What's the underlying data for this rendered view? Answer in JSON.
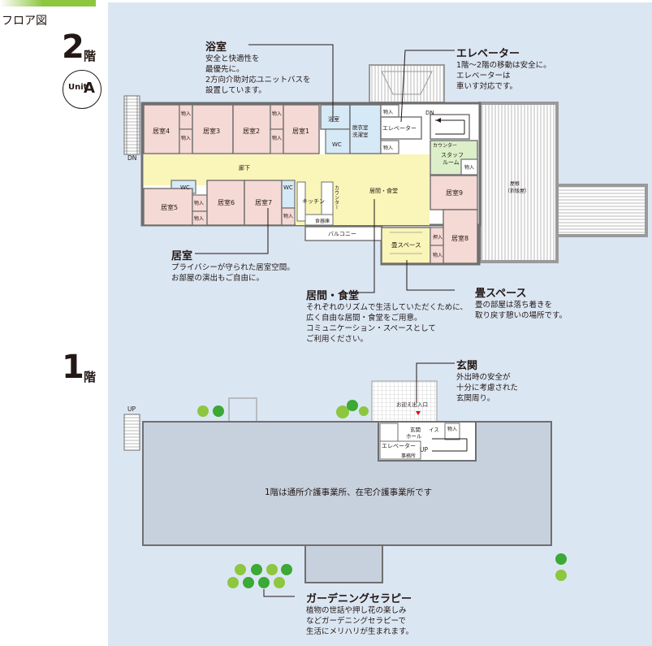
{
  "page_heading": "フロア図",
  "floor2": {
    "number": "2",
    "suffix": "階",
    "unit_prefix": "Unit",
    "unit_letter": "A"
  },
  "floor1": {
    "number": "1",
    "suffix": "階",
    "center_text": "1階は通所介護事業所、在宅介護事業所です"
  },
  "rooms": {
    "r4": "居室4",
    "r3": "居室3",
    "r2": "居室2",
    "r1": "居室1",
    "r5": "居室5",
    "r6": "居室6",
    "r7": "居室7",
    "r8": "居室8",
    "r9": "居室9",
    "store": "物入",
    "store2": "物入",
    "store_short": "押入",
    "bath": "浴室",
    "wc": "WC",
    "dressing": "脱衣室\n洗濯室",
    "elevator": "エレベーター",
    "corridor": "廊下",
    "kitchen": "キッチン",
    "counter": "カウンター",
    "counter2": "カウンター",
    "dish": "食器庫",
    "living": "居間・食堂",
    "balcony": "バルコニー",
    "tatami": "畳スペース",
    "staff": "スタッフ\nルーム",
    "roof": "屋根\n（折版屋）",
    "dn": "DN",
    "up": "UP",
    "entrance_hall": "玄関\nホール",
    "chair": "イス",
    "entrance_gate": "お迎え出入口",
    "office": "事務所"
  },
  "callouts": {
    "bathroom": {
      "title": "浴室",
      "desc": "安全と快適性を\n最優先に。\n2方向介助対応ユニットバスを\n設置しています。"
    },
    "elevator": {
      "title": "エレベーター",
      "desc": "1階～2階の移動は安全に。\nエレベーターは\n車いす対応です。"
    },
    "room": {
      "title": "居室",
      "desc": "プライバシーが守られた居室空間。\nお部屋の演出もご自由に。"
    },
    "living": {
      "title": "居間・食堂",
      "desc": "それぞれのリズムで生活していただくために、\n広く自由な居間・食堂をご用意。\nコミュニケーション・スペースとして\nご利用ください。"
    },
    "tatami": {
      "title": "畳スペース",
      "desc": "畳の部屋は落ち着きを\n取り戻す憩いの場所です。"
    },
    "entrance": {
      "title": "玄関",
      "desc": "外出時の安全が\n十分に考慮された\n玄関周り。"
    },
    "garden": {
      "title": "ガーデニングセラピー",
      "desc": "植物の世話や押し花の楽しみ\nなどガーデニングセラピーで\n生活にメリハリが生まれます。"
    }
  },
  "colors": {
    "panel": "#dbe6f3",
    "room": "#f5d9d4",
    "corridor": "#faf5b8",
    "staff": "#dcefc9",
    "wall": "#6f6f6f",
    "floor1": "#c7d1de",
    "accent": "#8dc63f",
    "tree": "#7cc33f"
  }
}
